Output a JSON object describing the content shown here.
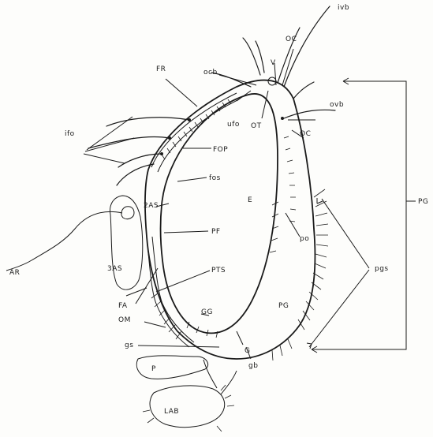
{
  "labels": {
    "ivb": "ivb",
    "oc_top": "OC",
    "v": "V",
    "ocb": "ocb",
    "fr": "FR",
    "ovb": "ovb",
    "ufo": "ufo",
    "ot": "OT",
    "oc_right": "OC",
    "ifo": "ifo",
    "fop": "FOP",
    "fos": "fos",
    "e": "E",
    "pg_bracket": "PG",
    "two_as": "2AS",
    "pf": "PF",
    "po": "po",
    "ar": "AR",
    "three_as": "3AS",
    "pgs": "pgs",
    "pts": "PTS",
    "fa": "FA",
    "om": "OM",
    "gg": "GG",
    "pg_gena": "PG",
    "gs": "gs",
    "g": "G",
    "p": "P",
    "gb": "gb",
    "lab": "LAB"
  }
}
